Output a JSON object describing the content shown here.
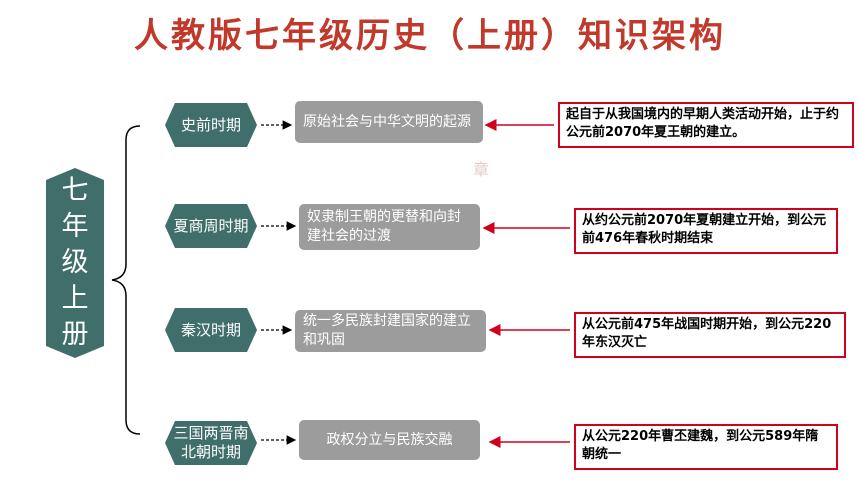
{
  "title": "人教版七年级历史（上册）知识架构",
  "root": {
    "label": "七\n年\n级\n上\n册"
  },
  "rows": [
    {
      "period": "史前时期",
      "topic": "原始社会与中华文明的起源",
      "note": "起自于从我国境内的早期人类活动开始，止于约公元前2070年夏王朝的建立。"
    },
    {
      "period": "夏商周时期",
      "topic": "奴隶制王朝的更替和向封建社会的过渡",
      "note": "从约公元前2070年夏朝建立开始，到公元前476年春秋时期结束"
    },
    {
      "period": "秦汉时期",
      "topic": "统一多民族封建国家的建立和巩固",
      "note": "从公元前475年战国时期开始，到公元220年东汉灭亡"
    },
    {
      "period": "三国两晋南北朝时期",
      "topic": "政权分立与民族交融",
      "note": "从公元220年曹丕建魏，到公元589年隋朝统一"
    }
  ],
  "watermark": "章",
  "colors": {
    "title": "#c0392b",
    "hex": "#3f6e6b",
    "topic": "#9c9c9c",
    "arrow": "#d0021b"
  }
}
